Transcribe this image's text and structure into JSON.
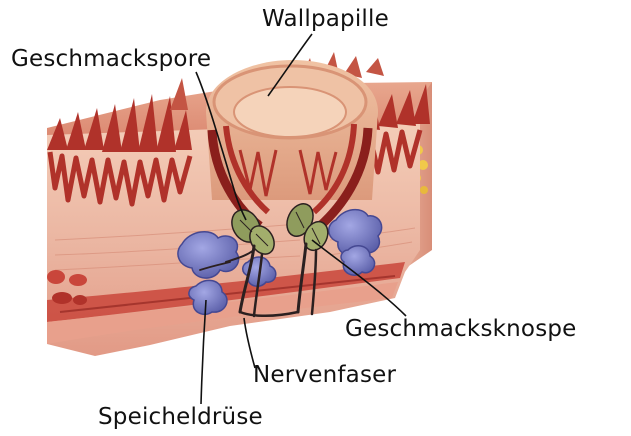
{
  "labels": {
    "wallpapille": "Wallpapille",
    "geschmackspore": "Geschmackspore",
    "geschmacksknospe": "Geschmacksknospe",
    "nervenfaser": "Nervenfaser",
    "speicheldruese": "Speicheldrüse"
  },
  "colors": {
    "tissue_light": "#f3c9b4",
    "tissue_mid": "#e7a58f",
    "papilla_red": "#b0322a",
    "papilla_dark": "#8a1f1c",
    "muscle_band": "#c9463b",
    "gland_blue": "#6b6fb8",
    "gland_light": "#8c90d2",
    "fat_yellow": "#f1c94a",
    "bud_green": "#8f9c5d",
    "nerve_dark": "#2b2020"
  }
}
